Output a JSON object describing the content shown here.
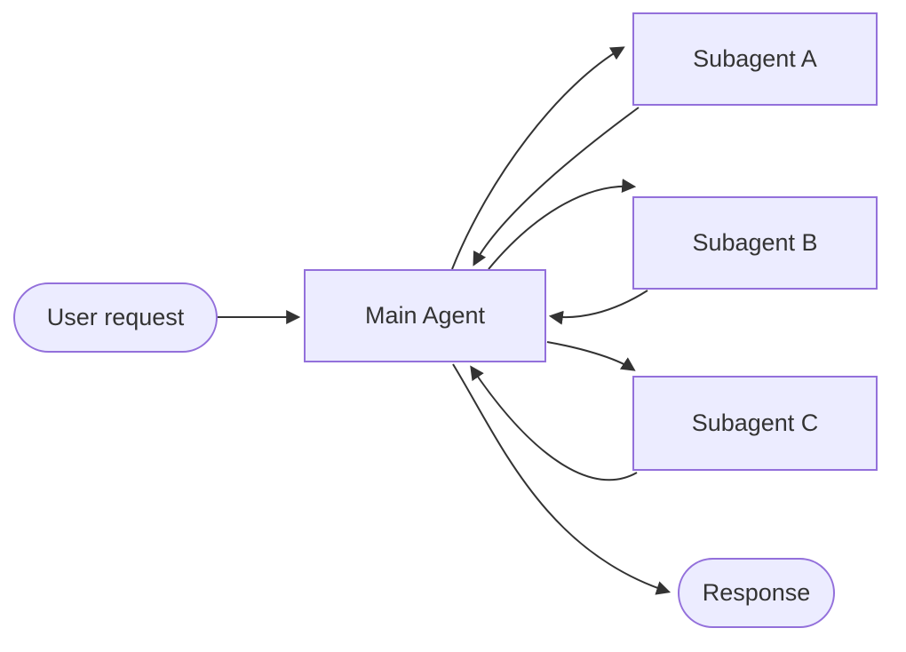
{
  "diagram": {
    "type": "flowchart",
    "direction": "left-to-right",
    "nodes": [
      {
        "id": "user-request",
        "label": "User request",
        "shape": "stadium"
      },
      {
        "id": "main-agent",
        "label": "Main Agent",
        "shape": "rectangle"
      },
      {
        "id": "subagent-a",
        "label": "Subagent A",
        "shape": "rectangle"
      },
      {
        "id": "subagent-b",
        "label": "Subagent B",
        "shape": "rectangle"
      },
      {
        "id": "subagent-c",
        "label": "Subagent C",
        "shape": "rectangle"
      },
      {
        "id": "response",
        "label": "Response",
        "shape": "stadium"
      }
    ],
    "edges": [
      {
        "from": "user-request",
        "to": "main-agent"
      },
      {
        "from": "main-agent",
        "to": "subagent-a"
      },
      {
        "from": "subagent-a",
        "to": "main-agent"
      },
      {
        "from": "main-agent",
        "to": "subagent-b"
      },
      {
        "from": "subagent-b",
        "to": "main-agent"
      },
      {
        "from": "main-agent",
        "to": "subagent-c"
      },
      {
        "from": "subagent-c",
        "to": "main-agent"
      },
      {
        "from": "main-agent",
        "to": "response"
      }
    ],
    "theme": {
      "node_fill": "#ECECFF",
      "node_border": "#9370DB",
      "edge_color": "#333333",
      "text_color": "#333333",
      "background": "#FFFFFF"
    }
  }
}
